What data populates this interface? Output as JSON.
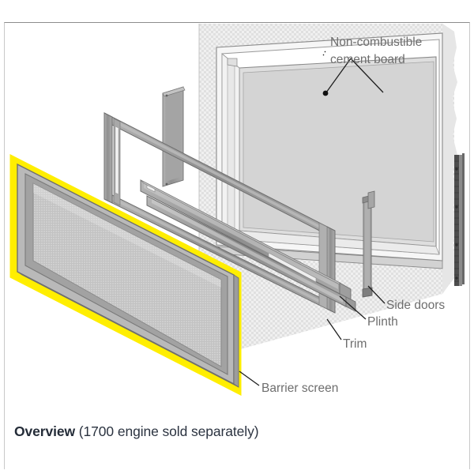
{
  "figure": {
    "title_bold": "Overview",
    "title_rest": " (1700 engine sold separately)",
    "frame_color": "#8d8d8d",
    "background": "#ffffff"
  },
  "labels": {
    "cement_board_line1": "Non-combustible",
    "cement_board_line2": "cement board",
    "side_doors": "Side doors",
    "plinth": "Plinth",
    "trim": "Trim",
    "barrier_screen": "Barrier screen",
    "text_color": "#6e6e6e",
    "leader_color": "#1f1f1f"
  },
  "parts": {
    "barrier_screen": {
      "highlight_color": "#ffee00",
      "frame_color": "#8e8e8e",
      "mesh_color": "#c9c9c9"
    },
    "trim_frame": {
      "color": "#9a9a9a"
    },
    "plinth_rail": {
      "color": "#9a9a9a"
    },
    "side_door": {
      "color": "#9b9b9b"
    },
    "cement_board": {
      "color": "#e9e9e9",
      "hatch": "#d8d8d8"
    },
    "wall_stud": {
      "color": "#4a4a4a"
    },
    "fireplace_opening": {
      "color": "#d6d6d6"
    }
  }
}
